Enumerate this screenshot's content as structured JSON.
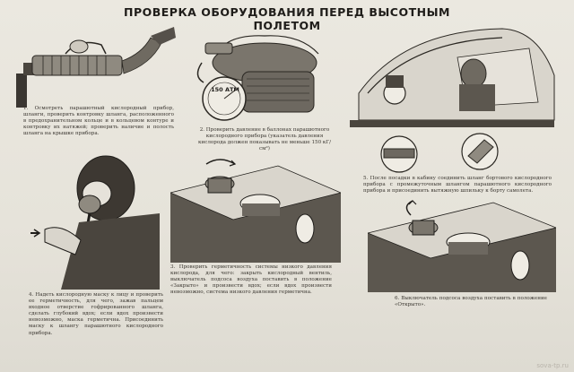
{
  "poster": {
    "title": "ПРОВЕРКА ОБОРУДОВАНИЯ ПЕРЕД ВЫСОТНЫМ ПОЛЕТОМ"
  },
  "steps": [
    {
      "id": 1,
      "text": "1. Осмотреть парашютный кислородный прибор, шланги, проверить контровку шланга, расположенного в предохранительном кольце и в кольцевом контуре и контровку их натяжей; проверить наличие и полость шланга на крышке прибора."
    },
    {
      "id": 2,
      "text": "2. Проверить давление в баллонах парашютного кислородного прибора (указатель давления кислорода должен показывать не меньше 150 кГ/см²)",
      "gauge_label": "150 АТМ"
    },
    {
      "id": 3,
      "text": "3. Проверить герметичность системы низкого давления кислорода, для чего: закрыть кислородный вентиль, выключатель подсоса воздуха поставить в положение «Закрыто» и произвести вдох; если вдох произвести невозможно, система низкого давления герметична."
    },
    {
      "id": 4,
      "text": "4. Надеть кислородную маску к лицу и проверить ее герметичность, для чего, зажав пальцем входное отверстие гофрированного шланга, сделать глубокий вдох; если вдох произвести невозможно, маска герметична. Присоединить маску к шлангу парашютного кислородного прибора."
    },
    {
      "id": 5,
      "text": "5. После посадки в кабину соединить шланг бортового кислородного прибора с промежуточным шлангом парашютного кислородного прибора и присоединить вытяжную шпильку к борту самолета."
    },
    {
      "id": 6,
      "text": "6. Выключатель подсоса воздуха поставить в положение «Открыто»."
    }
  ],
  "watermark": "sova-tp.ru"
}
